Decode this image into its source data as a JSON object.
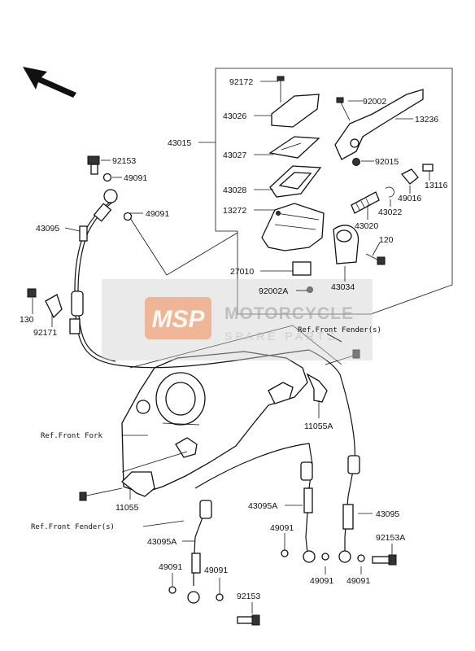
{
  "diagram": {
    "part_labels": {
      "p92172": "92172",
      "p92002": "92002",
      "p43026": "43026",
      "p13236": "13236",
      "p43015": "43015",
      "p43027": "43027",
      "p92015": "92015",
      "p43028": "43028",
      "p13116": "13116",
      "p49016": "49016",
      "p43022": "43022",
      "p13272": "13272",
      "p43020": "43020",
      "p120": "120",
      "p27010": "27010",
      "p92002A": "92002A",
      "p43034": "43034",
      "p92153_top": "92153",
      "p49091_a": "49091",
      "p49091_b": "49091",
      "p43095_top": "43095",
      "p130": "130",
      "p92171": "92171",
      "p11055A": "11055A",
      "p11055": "11055",
      "p43095A_mid": "43095A",
      "p43095_right": "43095",
      "p49091_c": "49091",
      "p92153A": "92153A",
      "p43095A_left": "43095A",
      "p49091_d": "49091",
      "p49091_e": "49091",
      "p49091_f": "49091",
      "p49091_g": "49091",
      "p92153_bottom": "92153"
    },
    "ref_labels": {
      "front_fender_top": "Ref.Front Fender(s)",
      "front_fork": "Ref.Front Fork",
      "front_fender_bottom": "Ref.Front Fender(s)"
    },
    "watermark": {
      "logo": "MSP",
      "title": "MOTORCYCLE",
      "subtitle": "SPARE PARTS"
    },
    "icons": [
      "direction-arrow-icon"
    ]
  }
}
